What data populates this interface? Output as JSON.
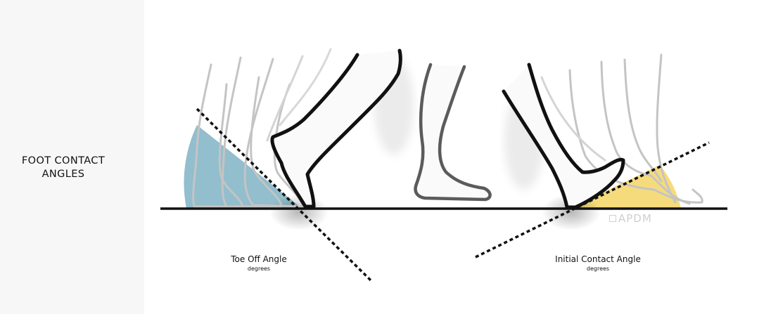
{
  "panel": {
    "title_line1": "FOOT CONTACT",
    "title_line2": "ANGLES"
  },
  "captions": {
    "toe_off": {
      "label": "Toe Off Angle",
      "unit": "degrees"
    },
    "initial_contact": {
      "label": "Initial Contact Angle",
      "unit": "degrees"
    }
  },
  "logo": {
    "text": "APDM"
  },
  "colors": {
    "toe_off_fill": "#7fb3c6",
    "initial_contact_fill": "#f5d76e",
    "ground": "#111111",
    "foot_stroke": "#111111",
    "ghost_stroke": "#bdbdbd",
    "panel_bg": "#f7f7f7"
  },
  "icons": {
    "logo_mark": "apdm-logo-mark-icon"
  }
}
